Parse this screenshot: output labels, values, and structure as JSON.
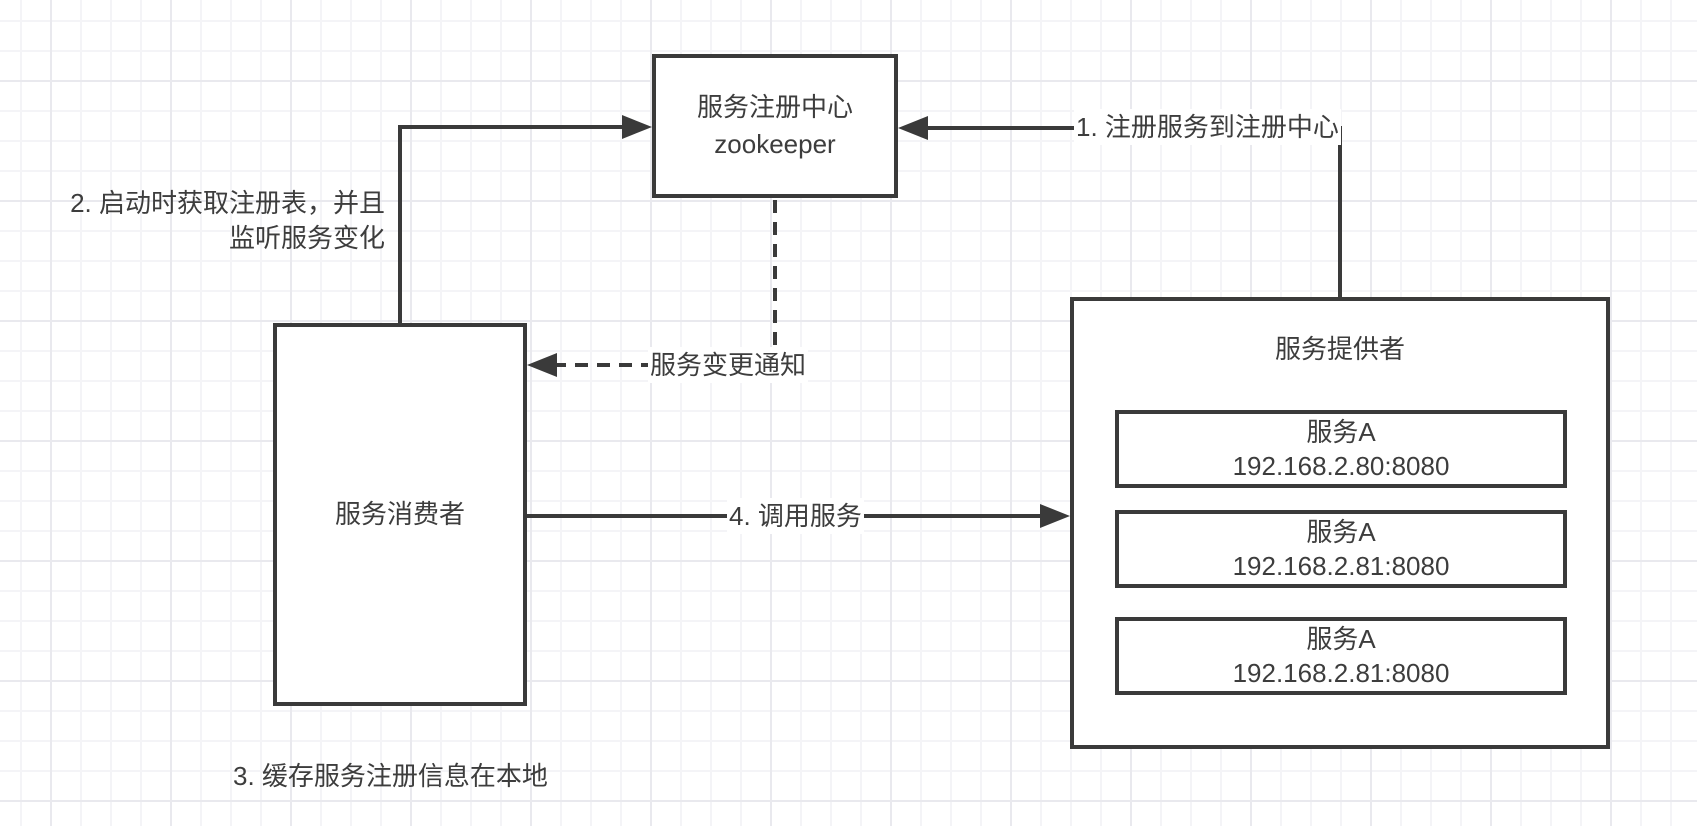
{
  "diagram": {
    "colors": {
      "stroke": "#3a3a3a",
      "text": "#3d3d3d",
      "node_fill": "#ffffff",
      "grid_minor": "#f4f4f7",
      "grid_major": "#e9e9ee",
      "canvas": "#ffffff"
    },
    "nodes": {
      "registry": {
        "title": "服务注册中心",
        "subtitle": "zookeeper"
      },
      "consumer": {
        "title": "服务消费者"
      },
      "provider": {
        "title": "服务提供者",
        "instances": [
          {
            "name": "服务A",
            "address": "192.168.2.80:8080"
          },
          {
            "name": "服务A",
            "address": "192.168.2.81:8080"
          },
          {
            "name": "服务A",
            "address": "192.168.2.81:8080"
          }
        ]
      }
    },
    "edges": {
      "register": {
        "label": "1. 注册服务到注册中心",
        "style": "solid",
        "from": "provider",
        "to": "registry"
      },
      "fetch": {
        "label_line1": "2. 启动时获取注册表，并且",
        "label_line2": "监听服务变化",
        "style": "solid",
        "from": "consumer",
        "to": "registry"
      },
      "notify": {
        "label": "服务变更通知",
        "style": "dashed",
        "from": "registry",
        "to": "consumer"
      },
      "invoke": {
        "label": "4. 调用服务",
        "style": "solid",
        "from": "consumer",
        "to": "provider"
      },
      "cache_note": {
        "label": "3. 缓存服务注册信息在本地"
      }
    }
  }
}
